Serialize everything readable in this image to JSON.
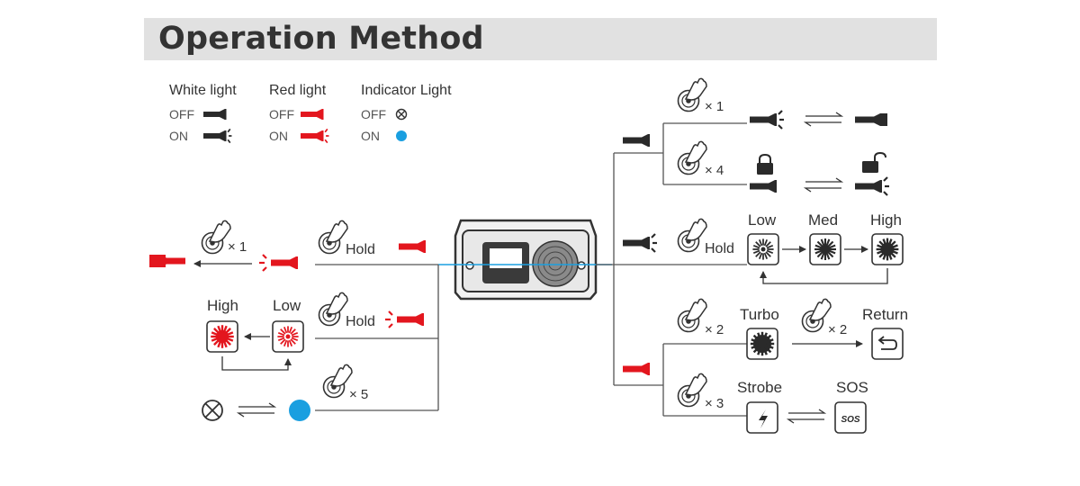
{
  "title": "Operation Method",
  "legend": {
    "white_light": "White light",
    "red_light": "Red light",
    "indicator_light": "Indicator Light",
    "off": "OFF",
    "on": "ON"
  },
  "labels": {
    "times_1": "× 1",
    "times_2": "× 2",
    "times_3": "× 3",
    "times_4": "× 4",
    "times_5": "× 5",
    "hold": "Hold",
    "low": "Low",
    "med": "Med",
    "high": "High",
    "turbo": "Turbo",
    "return": "Return",
    "strobe": "Strobe",
    "sos": "SOS"
  },
  "colors": {
    "red": "#e3161e",
    "blue": "#1a9fe0",
    "line": "#555555",
    "dark": "#2a2a2a"
  },
  "icons": [
    "finger-press-icon",
    "flashlight-icon",
    "lock-icon",
    "unlock-icon",
    "return-icon",
    "lightning-icon",
    "indicator-off-icon",
    "indicator-on-icon",
    "brightness-icon"
  ]
}
